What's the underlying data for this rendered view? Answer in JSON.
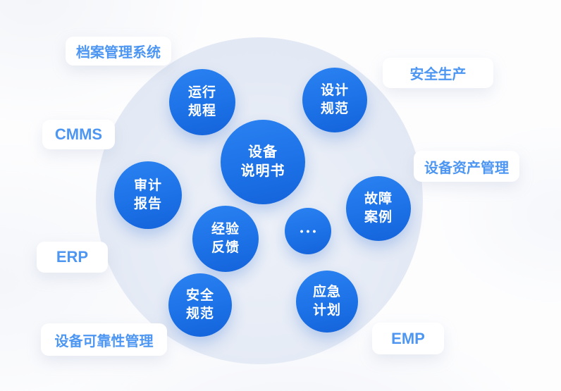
{
  "colors": {
    "bg": "#FDFDFE",
    "node_blue_top": "#2B82F1",
    "node_blue_mid": "#1E74E8",
    "node_blue_bottom": "#1463DB",
    "big_circle_inner": "#EDF1F8",
    "big_circle_outer": "#DFE6F3",
    "label_text": "#4D96F2",
    "node_text": "#FFFFFF"
  },
  "nodes": {
    "run_procedure": {
      "line1": "运行",
      "line2": "规程"
    },
    "design_spec": {
      "line1": "设计",
      "line2": "规范"
    },
    "equipment_manual": {
      "line1": "设备",
      "line2": "说明书"
    },
    "audit_report": {
      "line1": "审计",
      "line2": "报告"
    },
    "fault_case": {
      "line1": "故障",
      "line2": "案例"
    },
    "experience_feedback": {
      "line1": "经验",
      "line2": "反馈"
    },
    "more": {
      "dots": "•••"
    },
    "safety_spec": {
      "line1": "安全",
      "line2": "规范"
    },
    "emergency_plan": {
      "line1": "应急",
      "line2": "计划"
    }
  },
  "labels": {
    "archive_system": "档案管理系统",
    "safety_production": "安全生产",
    "cmms": "CMMS",
    "asset_management": "设备资产管理",
    "erp": "ERP",
    "reliability_management": "设备可靠性管理",
    "emp": "EMP"
  }
}
